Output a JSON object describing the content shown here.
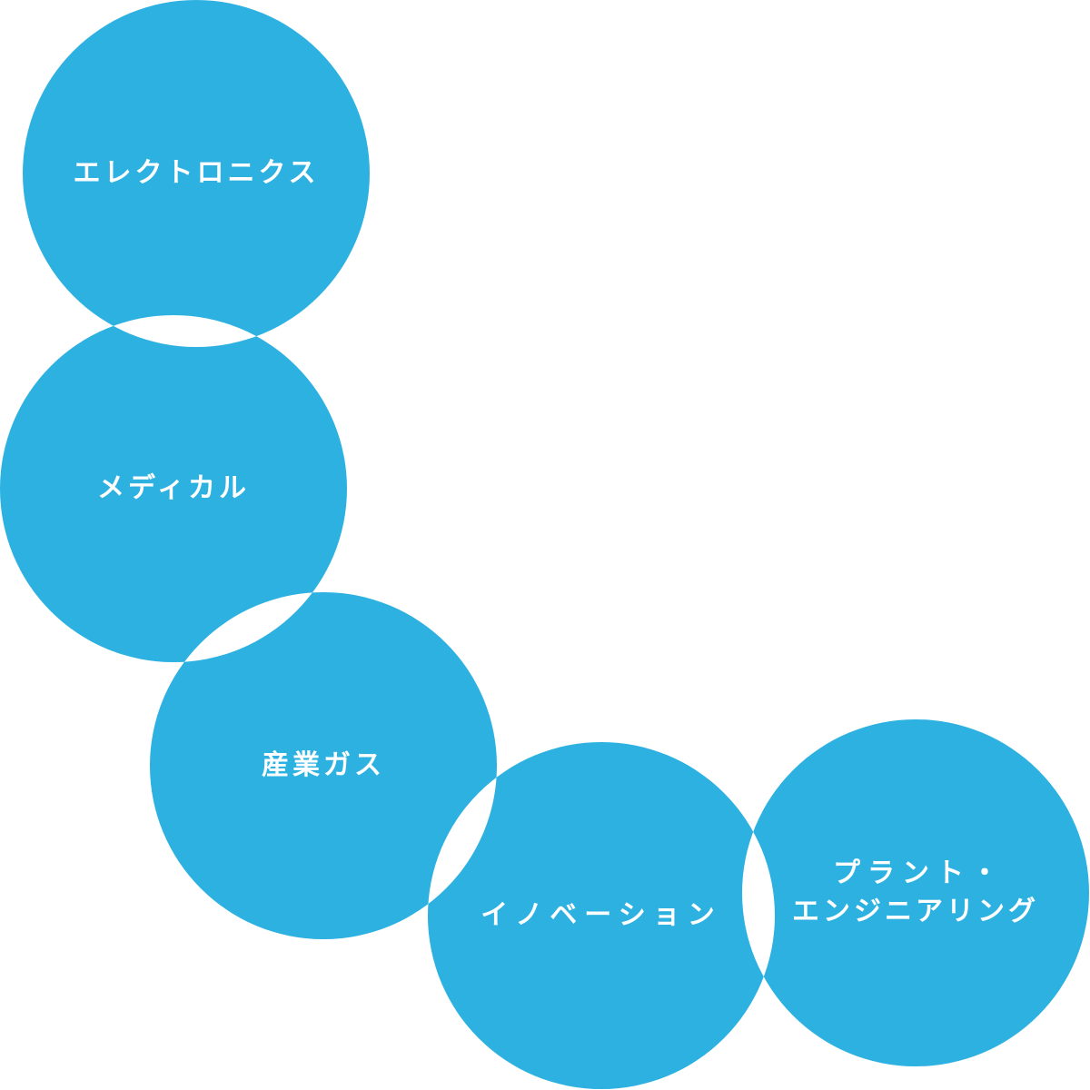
{
  "colors": {
    "circle": "#2db1e1",
    "text": "#ffffff",
    "background": "#ffffff"
  },
  "circles": [
    {
      "label": "エレクトロニクス"
    },
    {
      "label": "メディカル"
    },
    {
      "label": "産業ガス"
    },
    {
      "label": "イノベーション"
    },
    {
      "label_line1": "プラント・",
      "label_line2": "エンジニアリング"
    }
  ]
}
